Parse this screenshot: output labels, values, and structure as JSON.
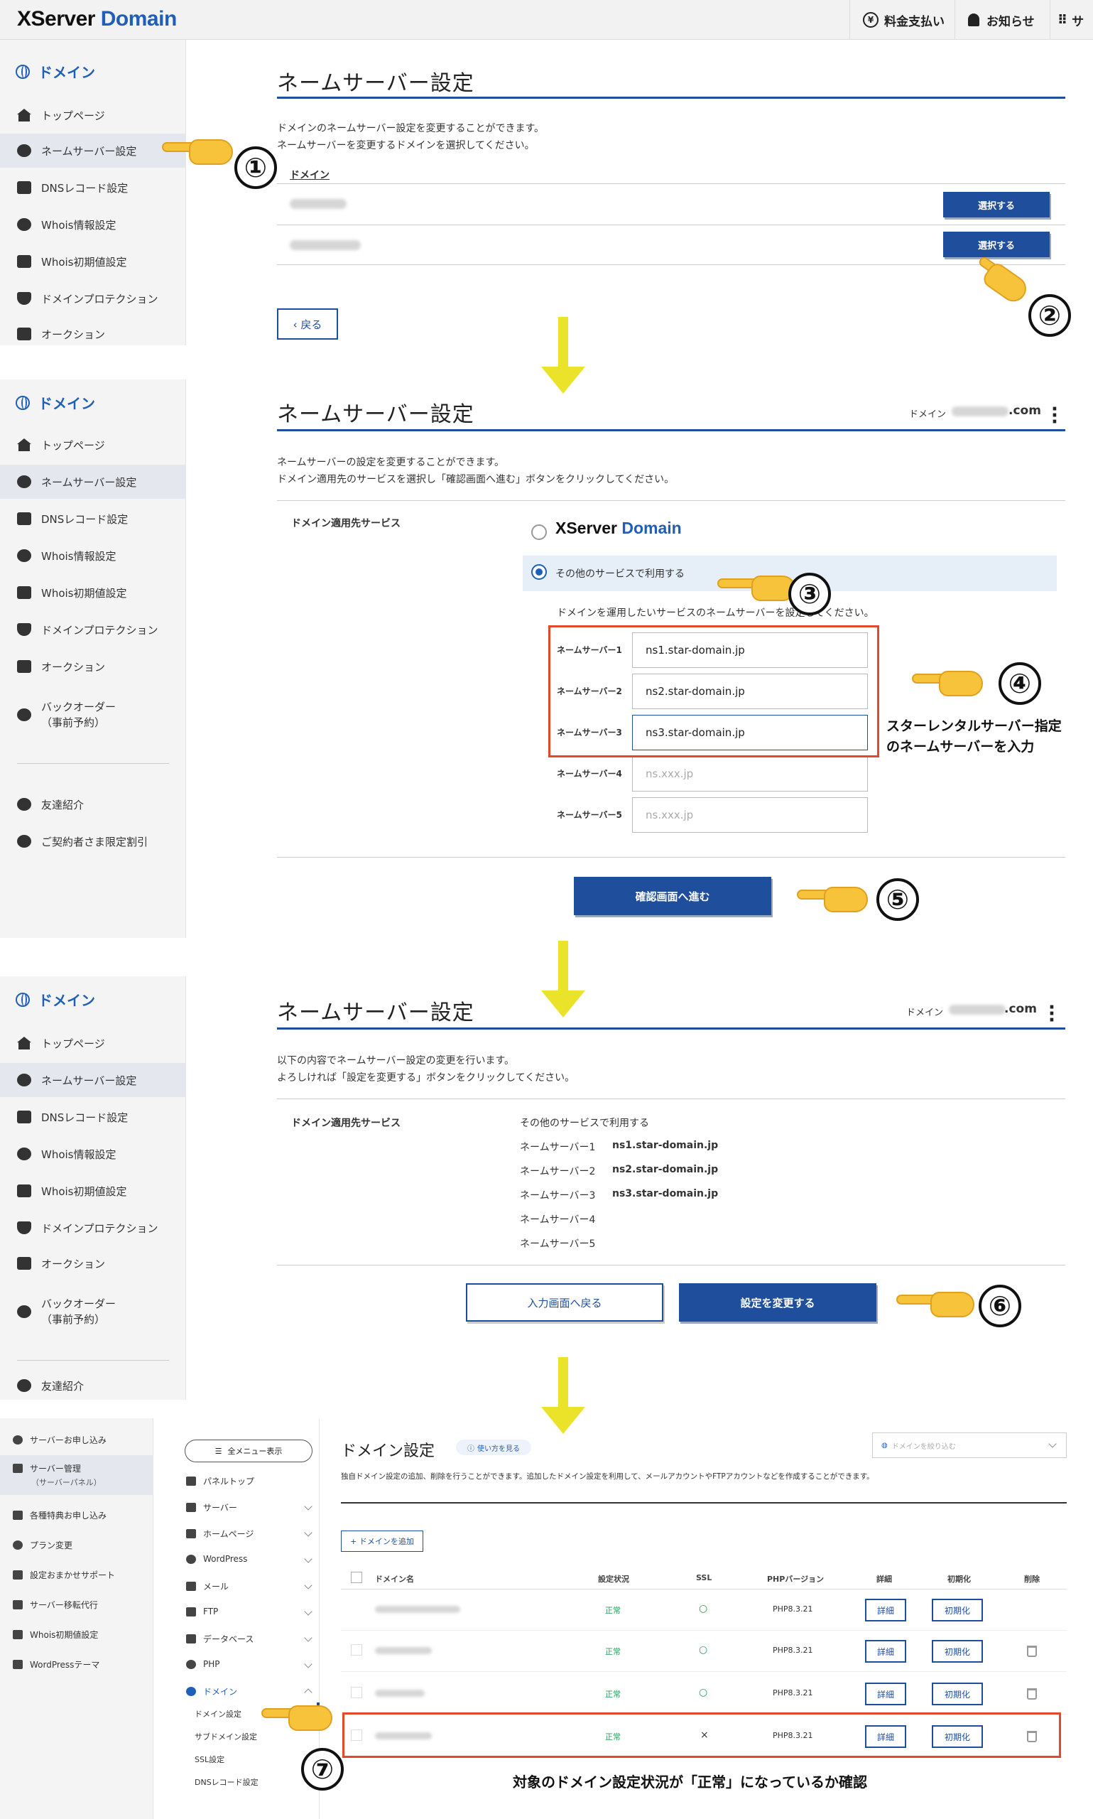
{
  "header": {
    "logo_main": "XServer ",
    "logo_accent": "Domain",
    "payment_label": "料金支払い",
    "notice_label": "お知らせ",
    "menu_label": "サ"
  },
  "sidebar": {
    "title": "ドメイン",
    "items": [
      "トップページ",
      "ネームサーバー設定",
      "DNSレコード設定",
      "Whois情報設定",
      "Whois初期値設定",
      "ドメインプロテクション",
      "オークション"
    ],
    "backorder_line1": "バックオーダー",
    "backorder_line2": "（事前予約）",
    "friend": "友達紹介",
    "discount": "ご契約者さま限定割引"
  },
  "panel1": {
    "title": "ネームサーバー設定",
    "desc1": "ドメインのネームサーバー設定を変更することができます。",
    "desc2": "ネームサーバーを変更するドメインを選択してください。",
    "col_domain": "ドメイン",
    "select_button": "選択する",
    "back_button": "‹ 戻る"
  },
  "panel2": {
    "title": "ネームサーバー設定",
    "domain_prefix": "ドメイン",
    "domain_suffix": ".com",
    "desc1": "ネームサーバーの設定を変更することができます。",
    "desc2": "ドメイン適用先のサービスを選択し「確認画面へ進む」ボタンをクリックしてください。",
    "service_label": "ドメイン適用先サービス",
    "option1_main": "XServer ",
    "option1_accent": "Domain",
    "option2": "その他のサービスで利用する",
    "instruction": "ドメインを運用したいサービスのネームサーバーを設定してください。",
    "ns_labels": [
      "ネームサーバー1",
      "ネームサーバー2",
      "ネームサーバー3",
      "ネームサーバー4",
      "ネームサーバー5"
    ],
    "ns_values": [
      "ns1.star-domain.jp",
      "ns2.star-domain.jp",
      "ns3.star-domain.jp",
      "ns.xxx.jp",
      "ns.xxx.jp"
    ],
    "confirm_button": "確認画面へ進む",
    "annotation_line1": "スターレンタルサーバー指定",
    "annotation_line2": "のネームサーバーを入力"
  },
  "panel3": {
    "title": "ネームサーバー設定",
    "domain_prefix": "ドメイン",
    "domain_suffix": ".com",
    "desc1": "以下の内容でネームサーバー設定の変更を行います。",
    "desc2": "よろしければ「設定を変更する」ボタンをクリックしてください。",
    "service_label": "ドメイン適用先サービス",
    "service_value": "その他のサービスで利用する",
    "ns_labels": [
      "ネームサーバー1",
      "ネームサーバー2",
      "ネームサーバー3",
      "ネームサーバー4",
      "ネームサーバー5"
    ],
    "ns_values": [
      "ns1.star-domain.jp",
      "ns2.star-domain.jp",
      "ns3.star-domain.jp",
      "",
      ""
    ],
    "back_button": "入力画面へ戻る",
    "apply_button": "設定を変更する"
  },
  "panel4": {
    "left_menu": [
      "サーバーお申し込み",
      "サーバー管理",
      "（サーバーパネル）",
      "各種特典お申し込み",
      "プラン変更",
      "設定おまかせサポート",
      "サーバー移転代行",
      "Whois初期値設定",
      "WordPressテーマ"
    ],
    "all_menu": "全メニュー表示",
    "nav": [
      "パネルトップ",
      "サーバー",
      "ホームページ",
      "WordPress",
      "メール",
      "FTP",
      "データベース",
      "PHP",
      "ドメイン"
    ],
    "sub_nav": [
      "ドメイン設定",
      "サブドメイン設定",
      "SSL設定",
      "DNSレコード設定"
    ],
    "title": "ドメイン設定",
    "help": "使い方を見る",
    "filter_placeholder": "ドメインを絞り込む",
    "desc": "独自ドメイン設定の追加、削除を行うことができます。追加したドメイン設定を利用して、メールアカウントやFTPアカウントなどを作成することができます。",
    "add_button": "+ ドメインを追加",
    "columns": [
      "ドメイン名",
      "設定状況",
      "SSL",
      "PHPバージョン",
      "詳細",
      "初期化",
      "削除"
    ],
    "rows": [
      {
        "status": "正常",
        "ssl": "○",
        "php": "PHP8.3.21",
        "detail": "詳細",
        "reset": "初期化"
      },
      {
        "status": "正常",
        "ssl": "○",
        "php": "PHP8.3.21",
        "detail": "詳細",
        "reset": "初期化"
      },
      {
        "status": "正常",
        "ssl": "○",
        "php": "PHP8.3.21",
        "detail": "詳細",
        "reset": "初期化"
      },
      {
        "status": "正常",
        "ssl": "×",
        "php": "PHP8.3.21",
        "detail": "詳細",
        "reset": "初期化"
      }
    ],
    "annotation": "対象のドメイン設定状況が「正常」になっているか確認"
  },
  "steps": [
    "①",
    "②",
    "③",
    "④",
    "⑤",
    "⑥",
    "⑦"
  ],
  "colors": {
    "accent": "#1f4e9c",
    "brand": "#1f5fb8",
    "highlight": "#e04a2a",
    "arrow": "#ebe32a"
  }
}
